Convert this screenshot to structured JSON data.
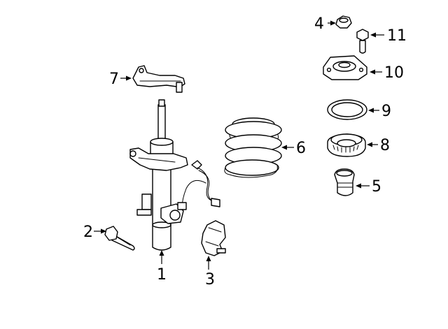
{
  "callouts": [
    "1",
    "2",
    "3",
    "4",
    "5",
    "6",
    "7",
    "8",
    "9",
    "10",
    "11"
  ],
  "colors": {
    "line": "#000000",
    "background": "#ffffff"
  }
}
